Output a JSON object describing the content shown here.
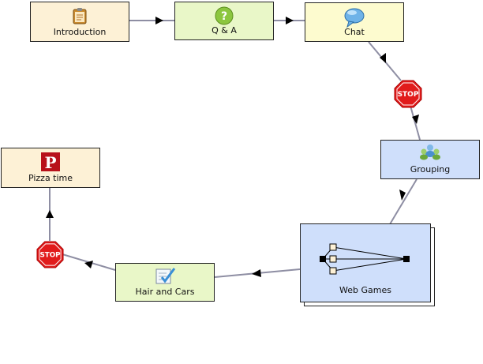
{
  "nodes": {
    "introduction": {
      "label": "Introduction",
      "icon": "clipboard-icon",
      "color": "#fdf1d6"
    },
    "qa": {
      "label": "Q & A",
      "icon": "question-bubble-icon",
      "color": "#e9f7c8"
    },
    "chat": {
      "label": "Chat",
      "icon": "speech-bubble-icon",
      "color": "#fdfbcf"
    },
    "grouping": {
      "label": "Grouping",
      "icon": "people-group-icon",
      "color": "#cfdffb"
    },
    "web_games": {
      "label": "Web Games",
      "icon": "network-graph-icon",
      "color": "#cfdffb"
    },
    "hair_and_cars": {
      "label": "Hair and Cars",
      "icon": "checklist-icon",
      "color": "#e9f7c8"
    },
    "pizza_time": {
      "label": "Pizza time",
      "icon": "letter-p-icon",
      "color": "#fdf1d6"
    }
  },
  "stops": [
    {
      "label": "STOP",
      "icon": "stop-sign-icon",
      "color": "#e11b1b"
    },
    {
      "label": "STOP",
      "icon": "stop-sign-icon",
      "color": "#e11b1b"
    }
  ],
  "connectors_color": "#8e8ea3"
}
